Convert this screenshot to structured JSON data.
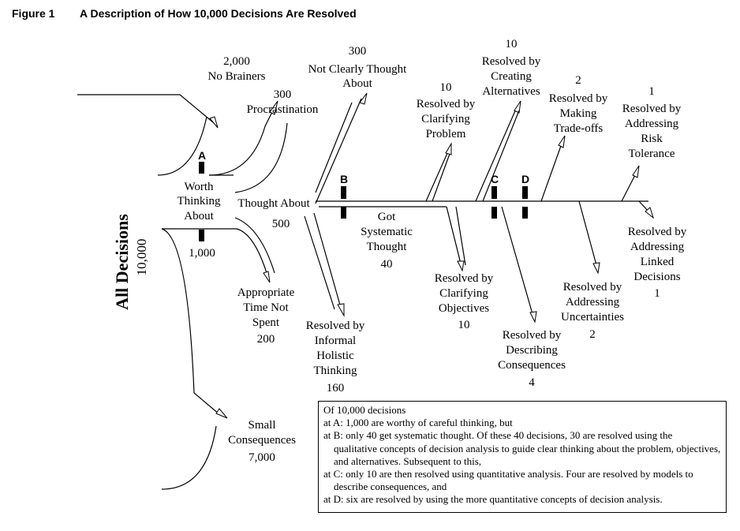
{
  "figure": {
    "number": "Figure 1",
    "title": "A Description of How 10,000 Decisions Are Resolved"
  },
  "root": {
    "label": "All Decisions",
    "count": "10,000"
  },
  "branches": {
    "worth_thinking": {
      "lines": [
        "Worth",
        "Thinking",
        "About"
      ],
      "count": "1,000"
    },
    "no_brainers": {
      "count": "2,000",
      "label": "No Brainers"
    },
    "small_consequences": {
      "lines": [
        "Small",
        "Consequences"
      ],
      "count": "7,000"
    },
    "procrastination": {
      "count": "300",
      "label": "Procrastination"
    },
    "appropriate_time": {
      "lines": [
        "Appropriate",
        "Time Not",
        "Spent"
      ],
      "count": "200"
    },
    "thought_about": {
      "label": "Thought About",
      "count": "500"
    },
    "not_clearly": {
      "count": "300",
      "lines": [
        "Not Clearly Thought",
        "About"
      ]
    },
    "informal_holistic": {
      "lines": [
        "Resolved by",
        "Informal",
        "Holistic",
        "Thinking"
      ],
      "count": "160"
    },
    "systematic": {
      "lines": [
        "Got",
        "Systematic",
        "Thought"
      ],
      "count": "40"
    },
    "clarifying_problem": {
      "count": "10",
      "lines": [
        "Resolved by",
        "Clarifying",
        "Problem"
      ]
    },
    "clarifying_objectives": {
      "lines": [
        "Resolved by",
        "Clarifying",
        "Objectives"
      ],
      "count": "10"
    },
    "creating_alternatives": {
      "count": "10",
      "lines": [
        "Resolved by",
        "Creating",
        "Alternatives"
      ]
    },
    "describing_consequences": {
      "lines": [
        "Resolved by",
        "Describing",
        "Consequences"
      ],
      "count": "4"
    },
    "making_tradeoffs": {
      "count": "2",
      "lines": [
        "Resolved by",
        "Making",
        "Trade-offs"
      ]
    },
    "addressing_uncertainties": {
      "lines": [
        "Resolved by",
        "Addressing",
        "Uncertainties"
      ],
      "count": "2"
    },
    "risk_tolerance": {
      "count": "1",
      "lines": [
        "Resolved by",
        "Addressing",
        "Risk",
        "Tolerance"
      ]
    },
    "linked_decisions": {
      "lines": [
        "Resolved by",
        "Addressing",
        "Linked",
        "Decisions"
      ],
      "count": "1"
    }
  },
  "markers": {
    "a": "A",
    "b": "B",
    "c": "C",
    "d": "D"
  },
  "notes": {
    "intro": "Of 10,000 decisions",
    "a": "at A: 1,000 are worthy of careful thinking, but",
    "b": "at B: only 40 get systematic thought.  Of these 40 decisions, 30 are resolved using the",
    "b_cont": "qualitative concepts of decision analysis to guide clear thinking about the problem, objectives, and alternatives.  Subsequent to this,",
    "c": "at C: only 10 are then resolved using quantitative analysis. Four are resolved by models to",
    "c_cont": "describe consequences, and",
    "d": "at D: six are resolved by using the more quantitative concepts of decision analysis."
  }
}
